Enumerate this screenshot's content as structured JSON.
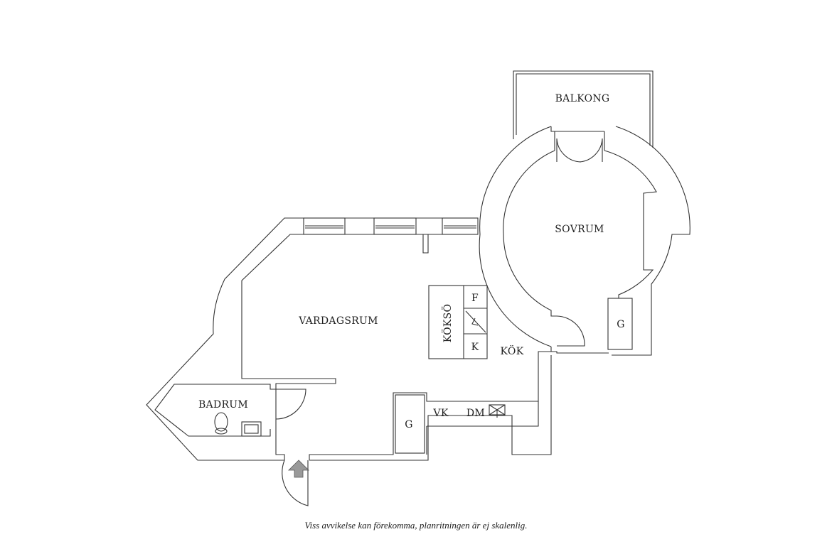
{
  "rooms": {
    "balkong": "BALKONG",
    "sovrum": "SOVRUM",
    "vardagsrum": "VARDAGSRUM",
    "badrum": "BADRUM",
    "kok": "KÖK",
    "kokso": "KÖKSÖ"
  },
  "fixtures": {
    "fridge": "F",
    "freezer": "K",
    "wardrobe": "G",
    "wardrobe2": "G",
    "water_heater": "VK",
    "dishwasher": "DM"
  },
  "footer": "Viss avvikelse kan förekomma, planritningen är ej skalenlig."
}
